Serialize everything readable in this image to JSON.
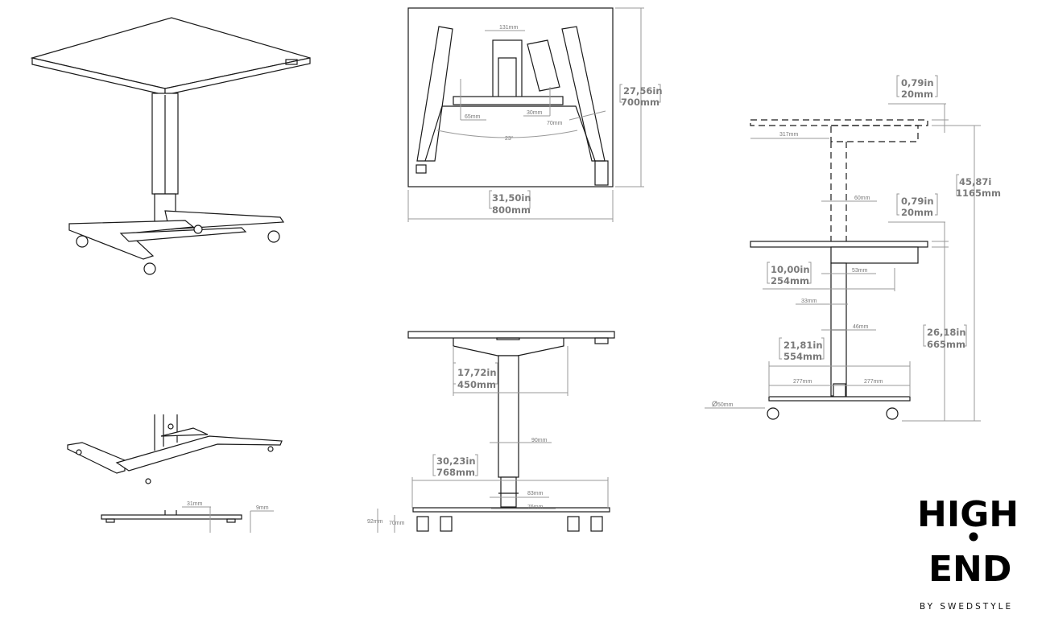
{
  "top_view": {
    "width_in": "31,50in",
    "width_mm": "800mm",
    "depth_in": "27,56in",
    "depth_mm": "700mm",
    "column_width": "131mm",
    "offset_65": "65mm",
    "offset_30": "30mm",
    "offset_70": "70mm",
    "angle": "23°"
  },
  "front_view": {
    "top_frame_in": "17,72in",
    "top_frame_mm": "450mm",
    "column_90": "90mm",
    "base_in": "30,23in",
    "base_mm": "768mm",
    "column_83": "83mm",
    "column_76": "76mm",
    "caster_92": "92mm",
    "caster_70": "70mm"
  },
  "side_view": {
    "top_thickness_upper_in": "0,79in",
    "top_thickness_upper_mm": "20mm",
    "overhang": "317mm",
    "max_height_in": "45,87i",
    "max_height_mm": "1165mm",
    "column_60": "60mm",
    "top_thickness_lower_in": "0,79in",
    "top_thickness_lower_mm": "20mm",
    "frame_in": "10,00in",
    "frame_mm": "254mm",
    "column_53": "53mm",
    "column_33": "33mm",
    "column_46": "46mm",
    "min_height_in": "26,18in",
    "min_height_mm": "665mm",
    "base_in": "21,81in",
    "base_mm": "554mm",
    "base_left": "277mm",
    "base_right": "277mm",
    "wheel_diameter": "50mm"
  },
  "base_view": {
    "height_31": "31mm",
    "height_9": "9mm"
  },
  "logo": {
    "line1": "HIGH",
    "line2": "END",
    "tagline": "BY SWEDSTYLE"
  }
}
